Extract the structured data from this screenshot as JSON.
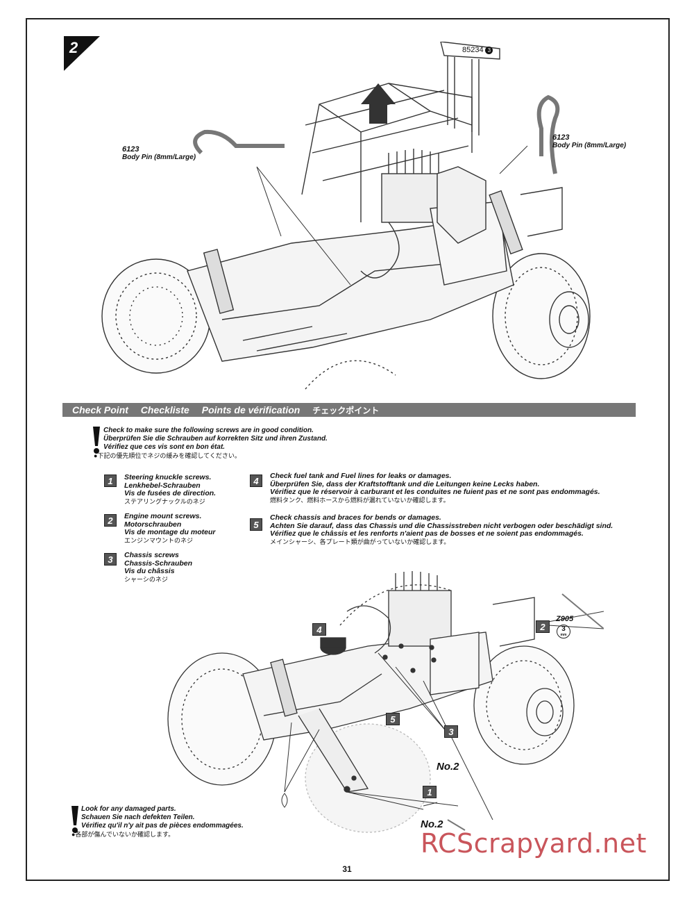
{
  "step": {
    "number": "2"
  },
  "top_parts": {
    "left_pin": {
      "code": "6123",
      "name": "Body Pin (8mm/Large)"
    },
    "right_pin": {
      "code": "6123",
      "name": "Body Pin (8mm/Large)"
    },
    "mount": {
      "code": "85234",
      "marker": "3"
    }
  },
  "checkpoint": {
    "titles": [
      "Check Point",
      "Checkliste",
      "Points de vérification",
      "チェックポイント"
    ],
    "intro": [
      "Check to make sure the following screws are in good condition.",
      "Überprüfen Sie die Schrauben auf korrekten Sitz und ihren Zustand.",
      "Vérifiez que ces vis sont en bon état.",
      "●下記の優先順位でネジの緩みを確認してください。"
    ],
    "items": [
      {
        "num": "1",
        "lines": [
          "Steering knuckle screws.",
          "Lenkhebel-Schrauben",
          "Vis de fusées de direction.",
          "ステアリングナックルのネジ"
        ]
      },
      {
        "num": "2",
        "lines": [
          "Engine mount screws.",
          "Motorschrauben",
          "Vis de montage du moteur",
          "エンジンマウントのネジ"
        ]
      },
      {
        "num": "3",
        "lines": [
          "Chassis screws",
          "Chassis-Schrauben",
          "Vis du châssis",
          "シャーシのネジ"
        ]
      },
      {
        "num": "4",
        "lines": [
          "Check fuel tank and Fuel lines for leaks or damages.",
          "Überprüfen Sie, dass der Kraftstofftank und die Leitungen keine Lecks haben.",
          "Vérifiez que le réservoir à carburant et les conduites ne fuient pas et ne sont pas endommagés.",
          "燃料タンク、燃料ホースから燃料が漏れていないか確認します。"
        ]
      },
      {
        "num": "5",
        "lines": [
          "Check chassis and braces for bends or damages.",
          "Achten Sie darauf, dass das Chassis und die Chassisstreben nicht verbogen oder beschädigt sind.",
          "Vérifiez que le châssis et les renforts n'aient pas de bosses et ne soient pas endommagés.",
          "メインシャーシ、各プレート類が曲がっていないか確認します。"
        ]
      }
    ]
  },
  "bottom_diagram": {
    "callouts": [
      "4",
      "2",
      "5",
      "3",
      "1"
    ],
    "z905": {
      "code": "Z905",
      "size": "3",
      "unit": "mm"
    },
    "no2_labels": [
      "No.2",
      "No.2"
    ]
  },
  "damage_note": [
    "Look for any damaged parts.",
    "Schauen Sie nach defekten Teilen.",
    "Vérifiez qu'il n'y ait pas de pièces endommagées.",
    "●各部が傷んでいないか確認します。"
  ],
  "page_number": "31",
  "watermark": "RCScrapyard.net"
}
